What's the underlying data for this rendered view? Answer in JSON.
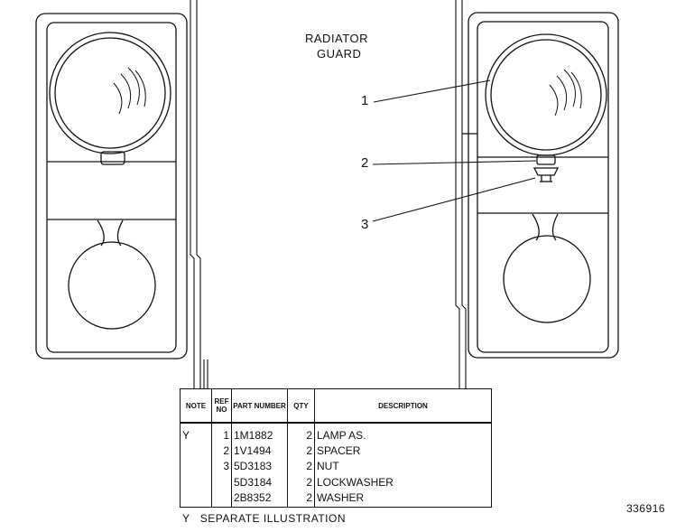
{
  "labels": {
    "title_line1": "RADIATOR",
    "title_line2": "GUARD"
  },
  "callouts": [
    "1",
    "2",
    "3"
  ],
  "table": {
    "headers": {
      "note": "NOTE",
      "ref_no": "REF NO",
      "part_number": "PART NUMBER",
      "qty": "QTY",
      "description": "DESCRIPTION"
    },
    "rows": [
      {
        "note": "Y",
        "ref": "1",
        "part": "1M1882",
        "qty": "2",
        "desc": "LAMP AS."
      },
      {
        "note": "",
        "ref": "2",
        "part": "1V1494",
        "qty": "2",
        "desc": "SPACER"
      },
      {
        "note": "",
        "ref": "3",
        "part": "5D3183",
        "qty": "2",
        "desc": "NUT"
      },
      {
        "note": "",
        "ref": "",
        "part": "5D3184",
        "qty": "2",
        "desc": "LOCKWASHER"
      },
      {
        "note": "",
        "ref": "",
        "part": "2B8352",
        "qty": "2",
        "desc": "WASHER"
      }
    ]
  },
  "footnote": "Y   SEPARATE ILLUSTRATION",
  "figure_number": "336916"
}
